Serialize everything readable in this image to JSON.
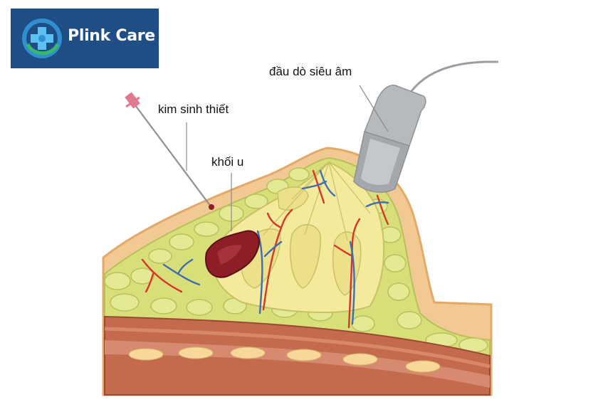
{
  "logo": {
    "text": "Plink Care",
    "icon": "medical-cross-icon",
    "background": "#1f4e86"
  },
  "labels": {
    "needle": "kim sinh thiết",
    "tumor": "khối u",
    "probe": "đầu dò siêu âm"
  },
  "colors": {
    "skin": "#f0c58a",
    "skin_border": "#e2a765",
    "fat": "#d9e07a",
    "gland": "#f4eb9c",
    "tumor": "#8e1e26",
    "artery": "#d8352a",
    "vein": "#3e6eb2",
    "muscle": "#c0694c",
    "probe": "#a8abae"
  }
}
